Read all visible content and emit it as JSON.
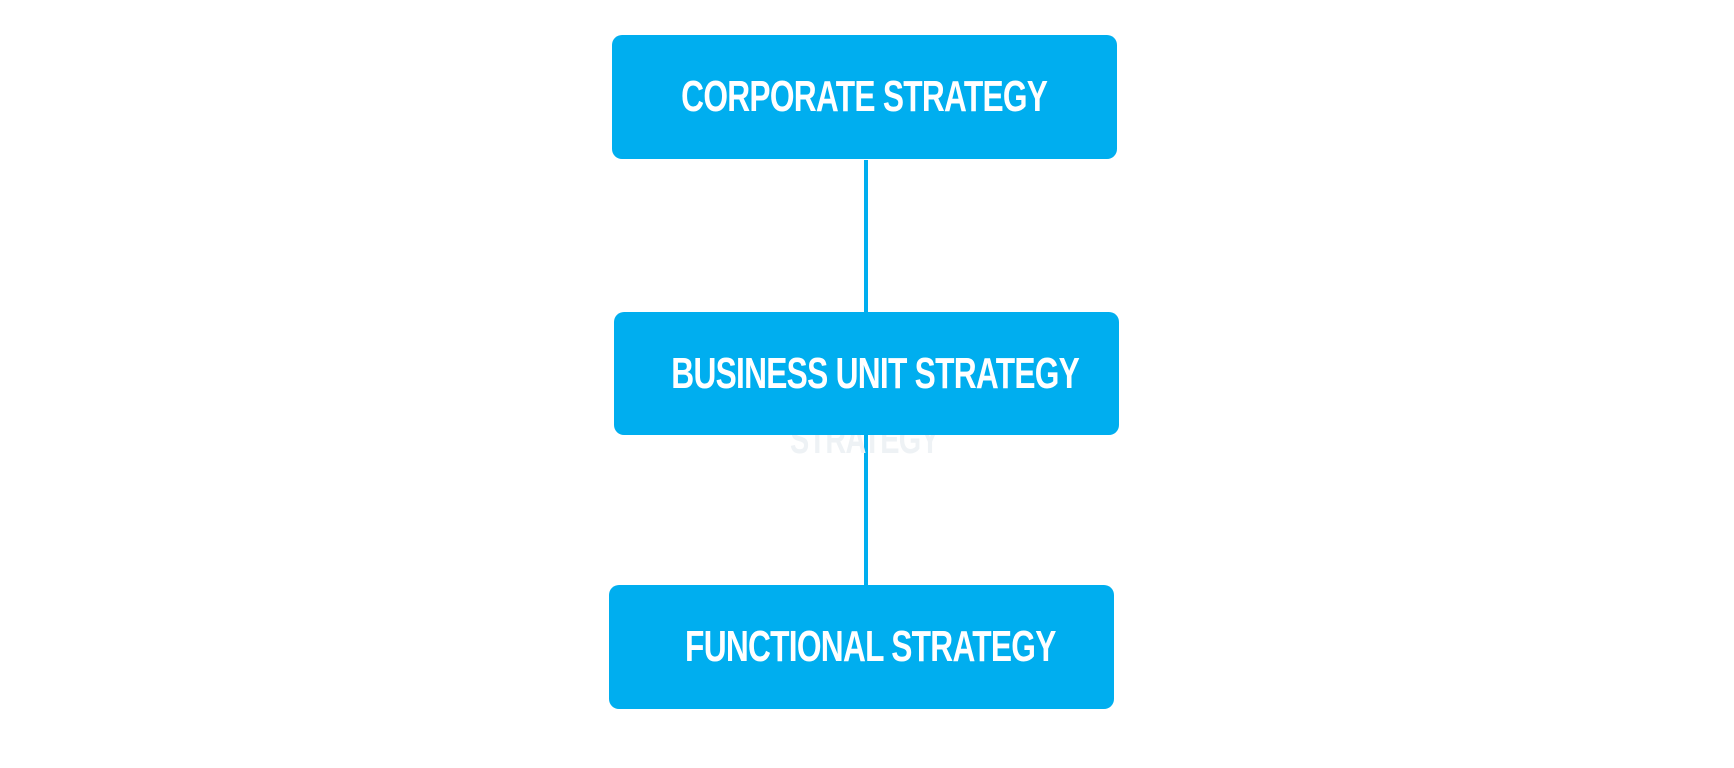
{
  "colors": {
    "accent": "#00aeef",
    "text": "#ffffff"
  },
  "diagram": {
    "nodes": [
      {
        "label": "CORPORATE STRATEGY"
      },
      {
        "label": "BUSINESS UNIT STRATEGY"
      },
      {
        "label": "FUNCTIONAL STRATEGY"
      }
    ],
    "ghost_label": "STRATEGY"
  }
}
